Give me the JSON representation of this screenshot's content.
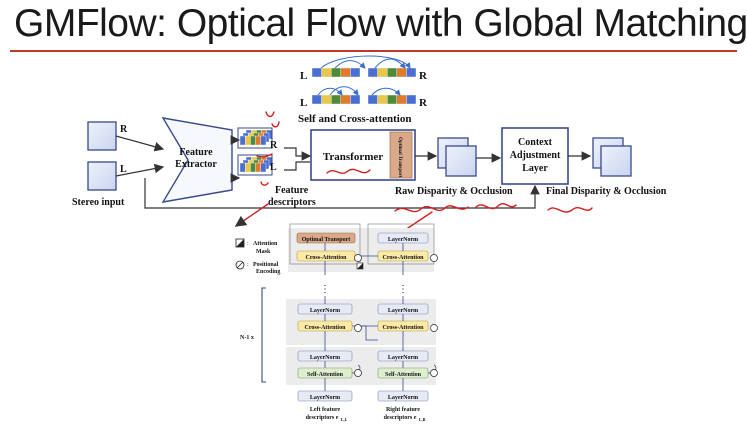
{
  "slide": {
    "title": "GMFlow: Optical Flow with Global Matching"
  },
  "diagram": {
    "top": {
      "input_right_label": "R",
      "input_left_label": "L",
      "stereo_input": "Stereo input",
      "feature_extractor": [
        "Feature",
        "Extractor"
      ],
      "desc_right_label": "R",
      "desc_left_label": "L",
      "feature_descriptors": [
        "Feature",
        "descriptors"
      ],
      "transformer": "Transformer",
      "optimal_transport_vertical": "Optimal Transport",
      "raw_output": "Raw Disparity & Occlusion",
      "context_adjustment": [
        "Context",
        "Adjustment",
        "Layer"
      ],
      "final_output": "Final Disparity & Occlusion",
      "attn_row1_L": "L",
      "attn_row1_R": "R",
      "attn_row2_L": "L",
      "attn_row2_R": "R",
      "attn_caption": "Self and Cross-attention"
    },
    "detail": {
      "legend_mask": [
        "Attention",
        "Mask"
      ],
      "legend_mask_colon": ":",
      "legend_pos": [
        "Positional",
        "Encoding"
      ],
      "legend_pos_colon": ":",
      "optimal_transport": "Optimal Transport",
      "layernorm": "LayerNorm",
      "cross_attention": "Cross-Attention",
      "self_attention": "Self-Attention",
      "repeat_label": "N-1 x",
      "ellipsis": "⋮",
      "left_caption": [
        "Left feature",
        "descriptors e"
      ],
      "right_caption": [
        "Right feature",
        "descriptors e"
      ],
      "left_sub": "L,L",
      "right_sub": "L,R"
    },
    "colors": {
      "box_border": "#3a4a8c",
      "descriptor_blue": "#4a6fd0",
      "descriptor_yellow": "#e8c84a",
      "descriptor_green": "#4e8a3a",
      "descriptor_orange": "#e07a2e",
      "panel_fill": "#d9e1f5",
      "optimal_transport_fill": "#d9a98a",
      "cross_attention_fill": "#fbe9a6",
      "self_attention_fill": "#dfeed0",
      "layernorm_fill": "#e6eaf5",
      "annotation_red": "#d42020"
    }
  }
}
